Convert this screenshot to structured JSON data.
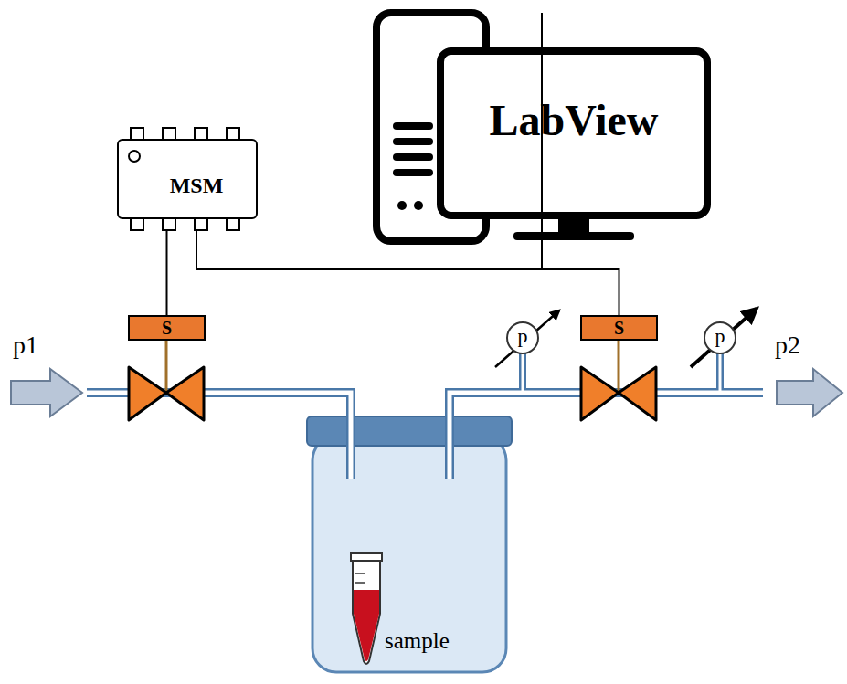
{
  "diagram": {
    "nodes": [
      {
        "text": [
          "MSM"
        ]
      },
      {
        "text": [
          "LabView"
        ]
      },
      {
        "text": [
          "S"
        ]
      },
      {
        "text": [
          "p"
        ]
      },
      {
        "text": [
          "S"
        ]
      },
      {
        "text": [
          "p"
        ]
      }
    ],
    "edges": [
      {
        "from": 0,
        "to": 1,
        "arrow": "none"
      },
      {
        "from": 0,
        "to": 2,
        "arrow": "none"
      },
      {
        "from": 0,
        "to": 4,
        "arrow": "none"
      }
    ],
    "labels": [
      "p1",
      "p2",
      "sample"
    ]
  }
}
